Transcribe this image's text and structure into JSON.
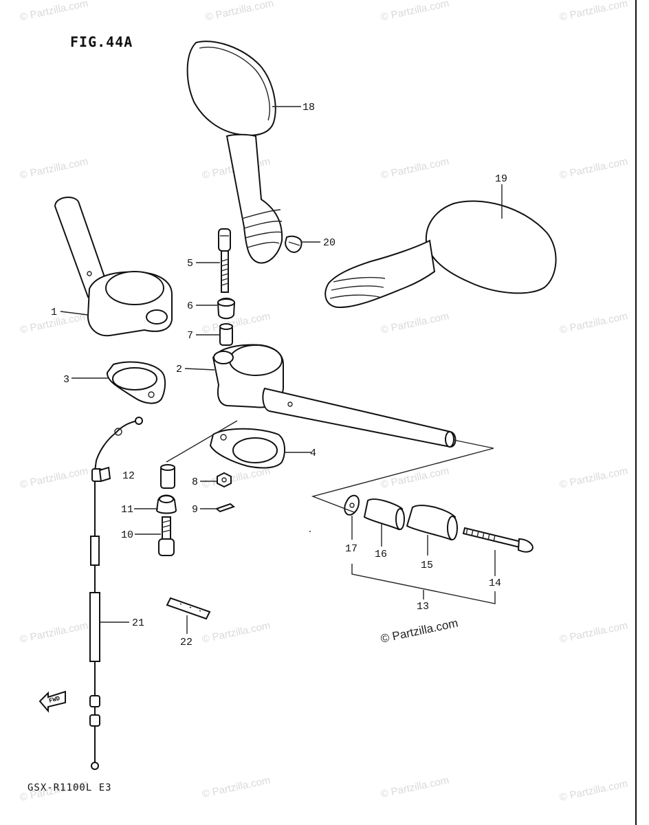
{
  "figure": {
    "title": "FIG.44A",
    "model_code": "GSX-R1100L E3",
    "fwd_label": "FWD"
  },
  "watermark": {
    "text": "© Partzilla.com",
    "main_text": "© Partzilla.com"
  },
  "callouts": {
    "c1": "1",
    "c2": "2",
    "c3": "3",
    "c4": "4",
    "c5": "5",
    "c6": "6",
    "c7": "7",
    "c8": "8",
    "c9": "9",
    "c10": "10",
    "c11": "11",
    "c12": "12",
    "c13": "13",
    "c14": "14",
    "c15": "15",
    "c16": "16",
    "c17": "17",
    "c18": "18",
    "c19": "19",
    "c20": "20",
    "c21": "21",
    "c22": "22"
  },
  "colors": {
    "line": "#111111",
    "watermark": "#d9d9d9",
    "background": "#ffffff"
  }
}
